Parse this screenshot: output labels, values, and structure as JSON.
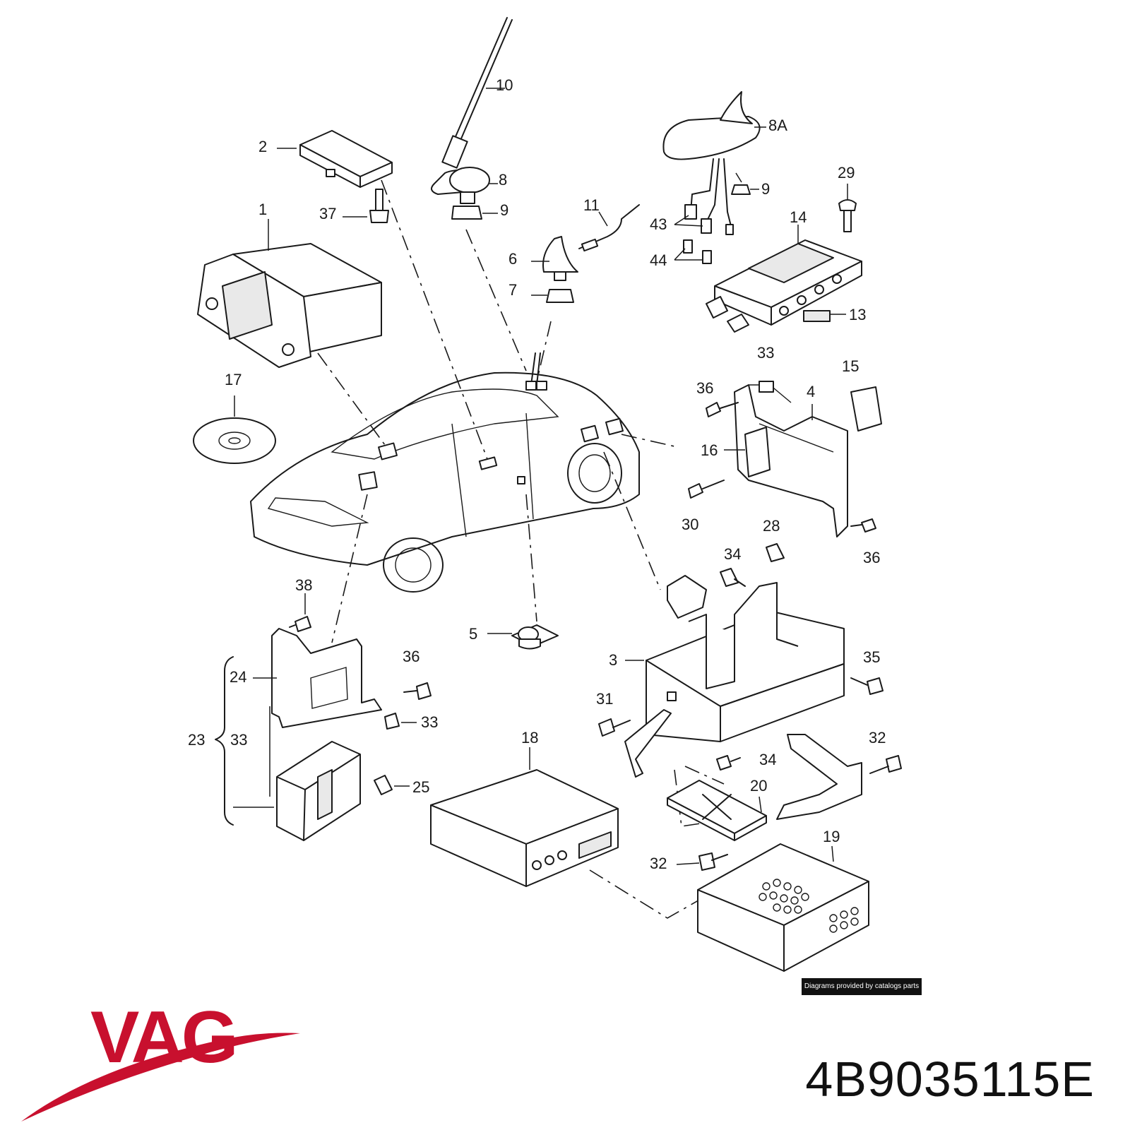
{
  "brand": {
    "name": "VAG",
    "color": "#c8102e"
  },
  "part_number": "4B9035115E",
  "credit": "Diagrams provided by catalogs parts",
  "callouts": {
    "c1": "1",
    "c2": "2",
    "c3": "3",
    "c4": "4",
    "c5": "5",
    "c6": "6",
    "c7": "7",
    "c8": "8",
    "c8a": "8A",
    "c9a": "9",
    "c9b": "9",
    "c10": "10",
    "c11": "11",
    "c13": "13",
    "c14": "14",
    "c15": "15",
    "c16": "16",
    "c17": "17",
    "c18": "18",
    "c19": "19",
    "c20": "20",
    "c23": "23",
    "c24": "24",
    "c25": "25",
    "c28": "28",
    "c29": "29",
    "c30": "30",
    "c31": "31",
    "c32a": "32",
    "c32b": "32",
    "c33a": "33",
    "c33b": "33",
    "c33c": "33",
    "c34a": "34",
    "c34b": "34",
    "c35": "35",
    "c36a": "36",
    "c36b": "36",
    "c36c": "36",
    "c37": "37",
    "c38": "38",
    "c43": "43",
    "c44": "44"
  }
}
